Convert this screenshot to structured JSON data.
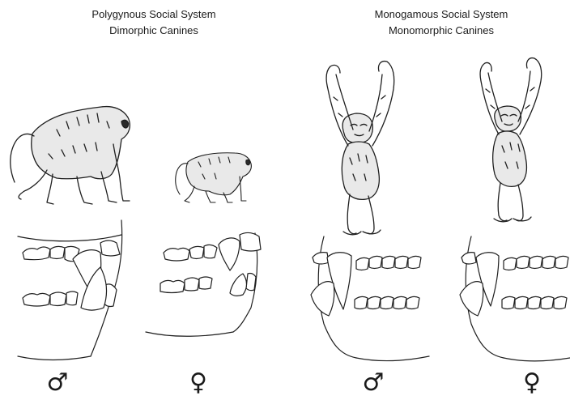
{
  "left_group": {
    "title_line1": "Polygynous Social System",
    "title_line2": "Dimorphic Canines"
  },
  "right_group": {
    "title_line1": "Monogamous Social System",
    "title_line2": "Monomorphic Canines"
  },
  "sex_symbols": {
    "baboon_male": "♂",
    "baboon_female": "♀",
    "gibbon_male": "♂",
    "gibbon_female": "♀"
  }
}
